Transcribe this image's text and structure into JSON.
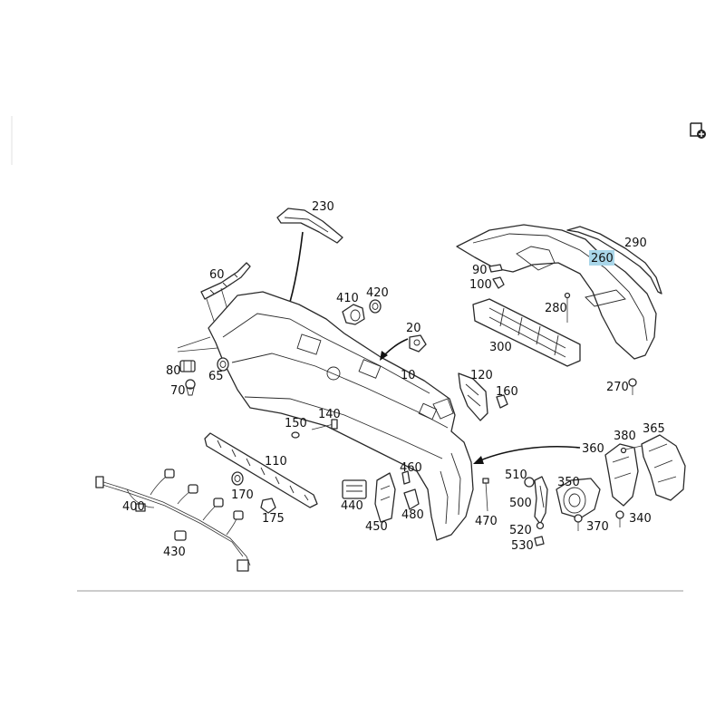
{
  "diagram": {
    "highlight_color": "#a9d6e9",
    "highlighted_part": "260",
    "callouts": {
      "c10": "10",
      "c20": "20",
      "c60": "60",
      "c65": "65",
      "c70": "70",
      "c80": "80",
      "c90": "90",
      "c100": "100",
      "c110": "110",
      "c120": "120",
      "c140": "140",
      "c150": "150",
      "c160": "160",
      "c170": "170",
      "c175": "175",
      "c230": "230",
      "c260": "260",
      "c270": "270",
      "c280": "280",
      "c290": "290",
      "c300": "300",
      "c340": "340",
      "c350": "350",
      "c360": "360",
      "c365": "365",
      "c370": "370",
      "c380": "380",
      "c400": "400",
      "c410": "410",
      "c420": "420",
      "c430": "430",
      "c440": "440",
      "c450": "450",
      "c460": "460",
      "c470": "470",
      "c480": "480",
      "c500": "500",
      "c510": "510",
      "c520": "520",
      "c530": "530"
    }
  },
  "toolbar": {
    "add_icon": "add-to-list-icon"
  }
}
